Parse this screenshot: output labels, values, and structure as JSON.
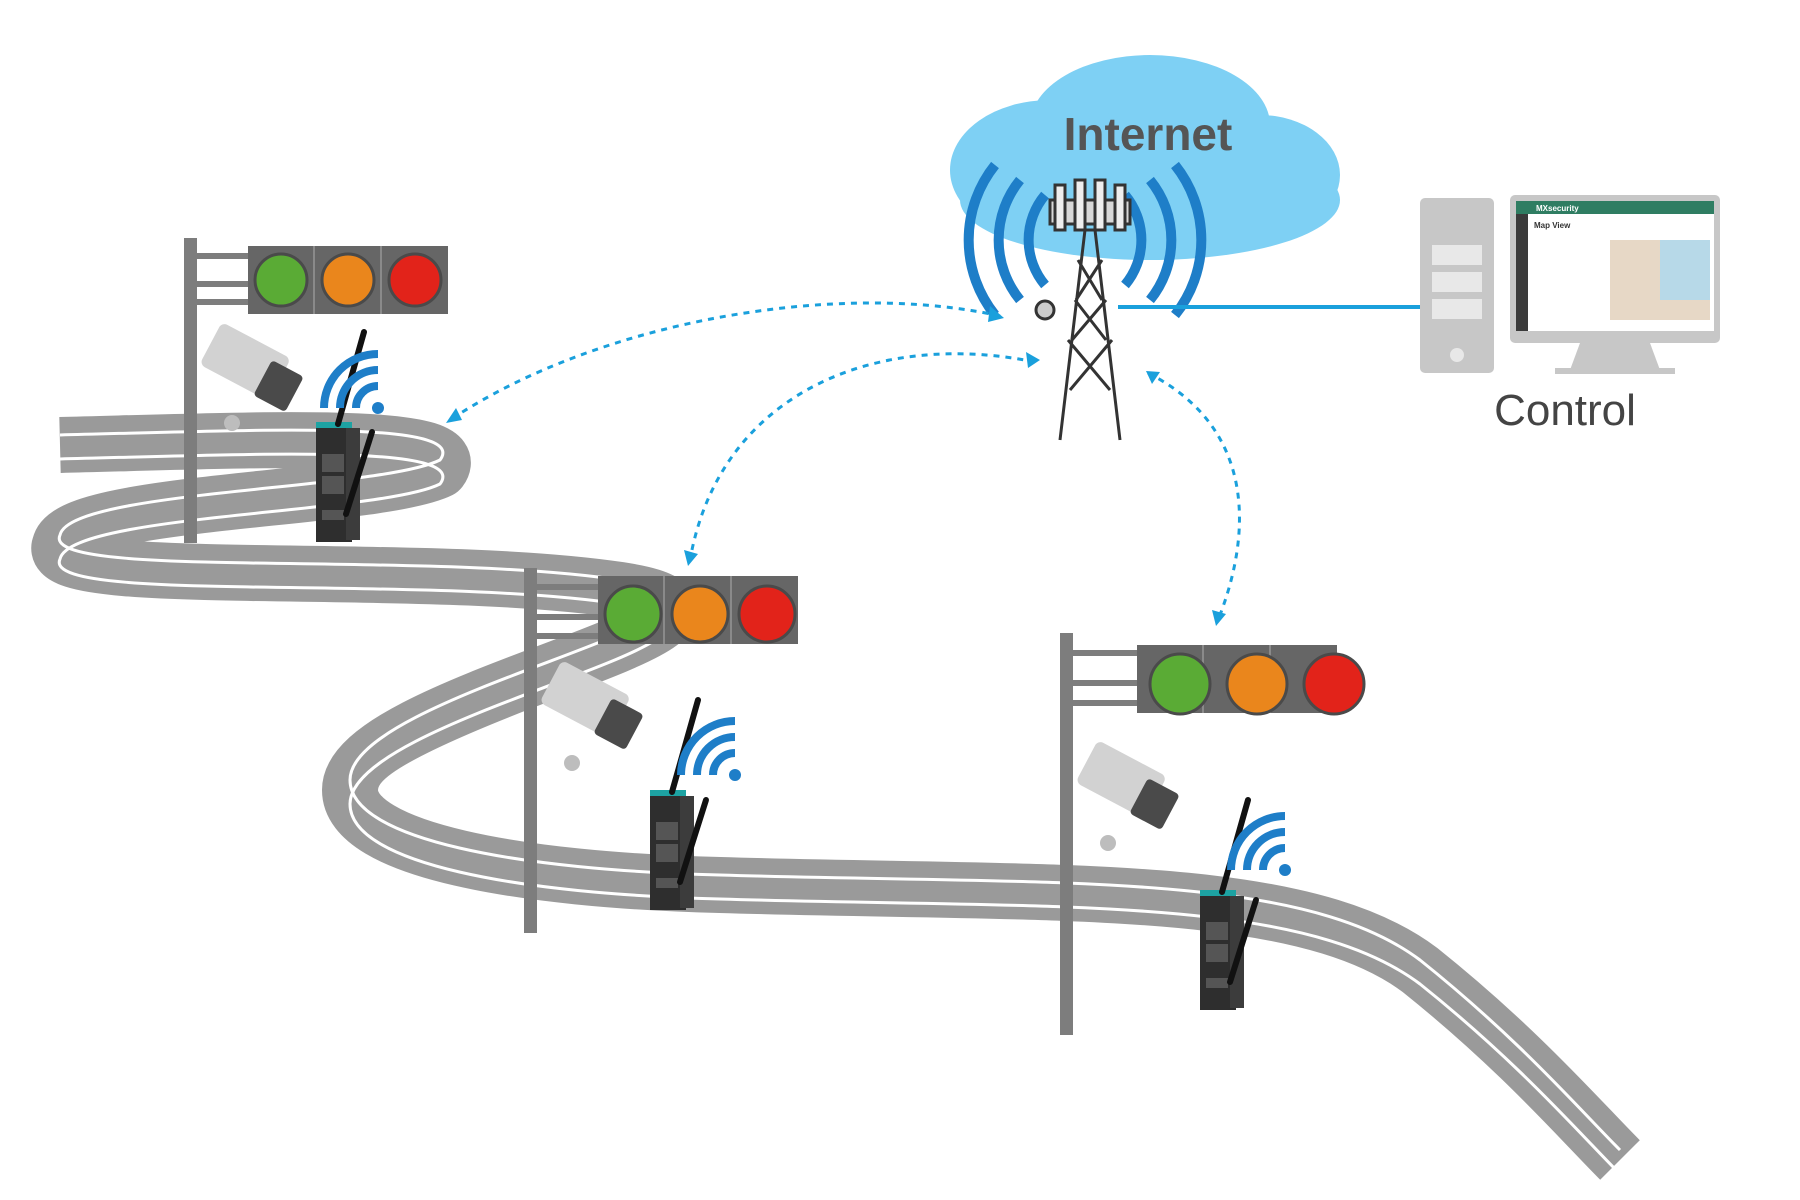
{
  "cloud": {
    "label": "Internet"
  },
  "control": {
    "label": "Control"
  },
  "monitor": {
    "app_title": "MXsecurity",
    "view_title": "Map View"
  },
  "signals": [
    {
      "colors": [
        "#5aab35",
        "#ea861c",
        "#e2231a"
      ]
    },
    {
      "colors": [
        "#5aab35",
        "#ea861c",
        "#e2231a"
      ]
    },
    {
      "colors": [
        "#5aab35",
        "#ea861c",
        "#e2231a"
      ]
    }
  ],
  "colors": {
    "wifi": "#1e7ec8",
    "link": "#1aa0dc",
    "cloud": "#7ed0f4",
    "road": "#9a9a9a",
    "pole": "#7d7d7d"
  }
}
